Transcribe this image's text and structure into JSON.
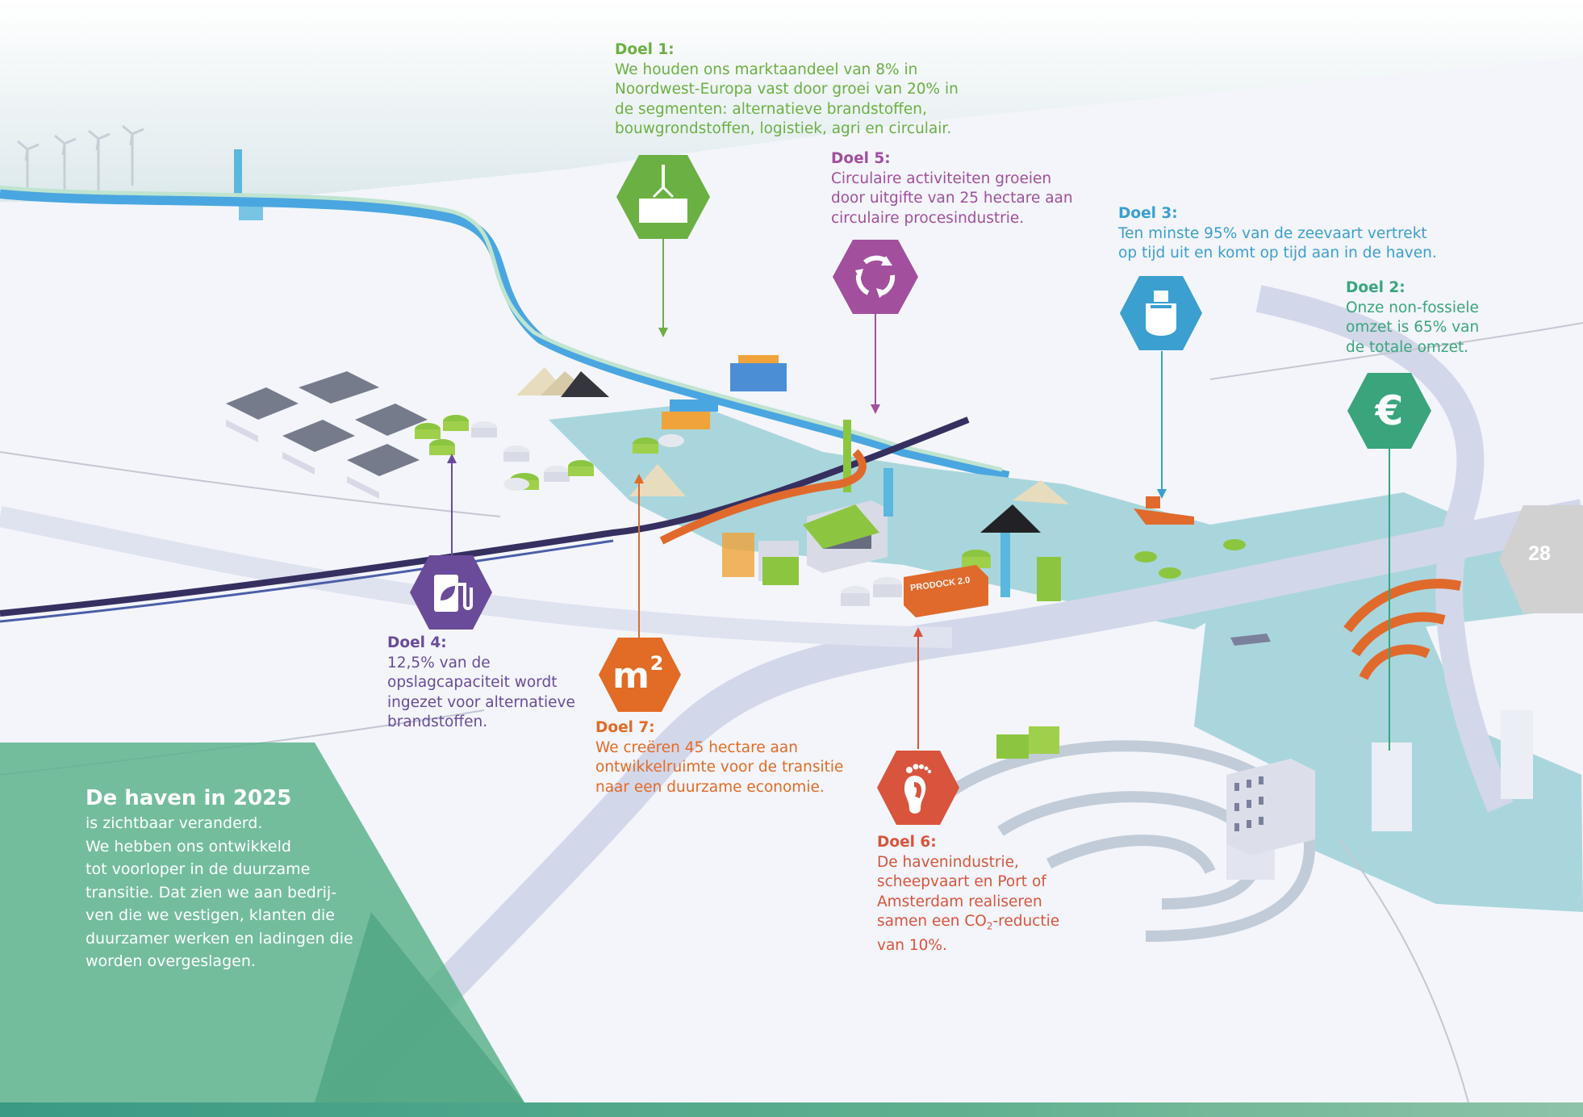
{
  "page_number": "28",
  "intro": {
    "title": "De haven in 2025",
    "body": "is zichtbaar veranderd.\nWe hebben ons ontwikkeld\ntot voorloper in de duurzame\ntransitie. Dat zien we aan bedrij-\nven die we vestigen, klanten die\nduurzamer werken en ladingen die\nworden overgeslagen."
  },
  "goals": [
    {
      "id": "doel1",
      "title": "Doel 1:",
      "body": "We houden ons marktaandeel van 8% in\nNoordwest-Europa vast door groei van 20% in\nde segmenten: alternatieve brandstoffen,\nbouwgrondstoffen, logistiek, agri en circulair.",
      "color": "#6bb042",
      "icon": "crane-container-icon"
    },
    {
      "id": "doel5",
      "title": "Doel 5:",
      "body": "Circulaire activiteiten groeien\ndoor uitgifte van 25 hectare aan\ncirculaire procesindustrie.",
      "color": "#a24f9e",
      "icon": "recycle-icon"
    },
    {
      "id": "doel3",
      "title": "Doel 3:",
      "body": "Ten minste 95% van de zeevaart vertrekt\nop tijd uit en komt op tijd aan in de haven.",
      "color": "#3b9fcf",
      "icon": "ship-icon"
    },
    {
      "id": "doel2",
      "title": "Doel 2:",
      "body": "Onze non-fossiele\nomzet is 65% van\nde totale omzet.",
      "color": "#3aa57d",
      "icon": "euro-icon"
    },
    {
      "id": "doel4",
      "title": "Doel 4:",
      "body": "12,5% van de\nopslagcapaciteit wordt\ningezet voor alternatieve\nbrandstoffen.",
      "color": "#6a4b9a",
      "icon": "fuel-pump-leaf-icon"
    },
    {
      "id": "doel7",
      "title": "Doel 7:",
      "body": "We creëren 45 hectare aan\nontwikkelruimte voor de transitie\nnaar een duurzame economie.",
      "color": "#e26b25",
      "icon": "square-meter-icon"
    },
    {
      "id": "doel6",
      "title": "Doel 6:",
      "body_parts": [
        "De havenindustrie,\nscheepvaart en Port of\nAmsterdam realiseren\nsamen een CO",
        "2",
        "-reductie\nvan 10%."
      ],
      "color": "#d9543c",
      "icon": "footprint-icon"
    }
  ],
  "hex_labels": {
    "m2": "m",
    "m2_sup": "2",
    "euro": "€"
  },
  "signs": {
    "prodock": "PRODOCK 2.0"
  },
  "colors": {
    "intro_panel": "#5cb38c",
    "water": "#a9d6dc",
    "road": "#d5d9ea",
    "canal": "#3a8fd6",
    "rail": "#35305f"
  }
}
